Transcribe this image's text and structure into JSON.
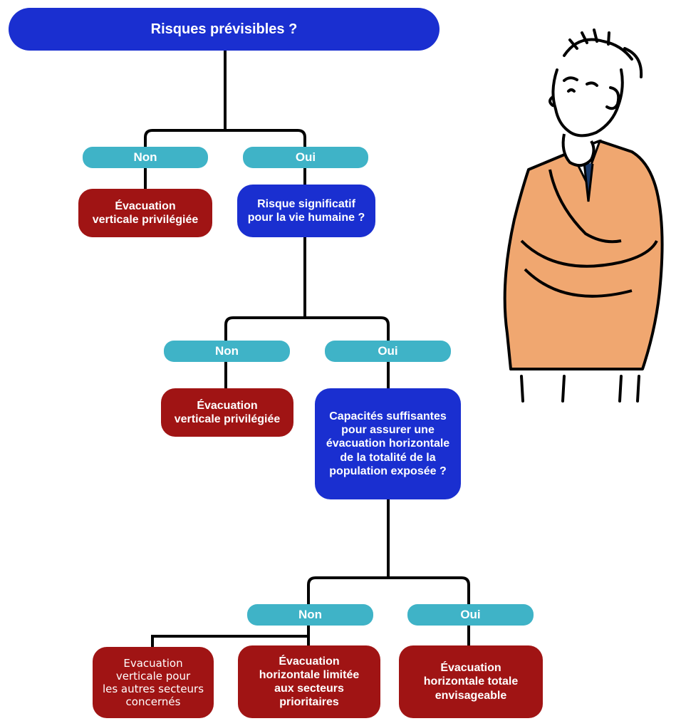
{
  "root": {
    "label": "Risques prévisibles ?"
  },
  "level1": {
    "no_label": "Non",
    "yes_label": "Oui",
    "no_result": "Évacuation\nverticale privilégiée",
    "yes_question": "Risque significatif\npour la vie humaine ?"
  },
  "level2": {
    "no_label": "Non",
    "yes_label": "Oui",
    "no_result": "Évacuation\nverticale privilégiée",
    "yes_question": "Capacités suffisantes\npour assurer une\névacuation horizontale\nde la totalité de la\npopulation exposée ?"
  },
  "level3": {
    "no_label": "Non",
    "yes_label": "Oui",
    "no_result_a": "Evacuation\nverticale pour\nles autres secteurs\nconcernés",
    "no_result_b": "Évacuation\nhorizontale limitée\naux secteurs\nprioritaires",
    "yes_result": "Évacuation\nhorizontale totale\nenvisageable"
  },
  "colors": {
    "question": "#1a2fd0",
    "label": "#3fb3c7",
    "result": "#a01414",
    "line": "#000000",
    "jacket": "#f0a770"
  },
  "illustration": {
    "icon": "thinking-man-icon"
  }
}
